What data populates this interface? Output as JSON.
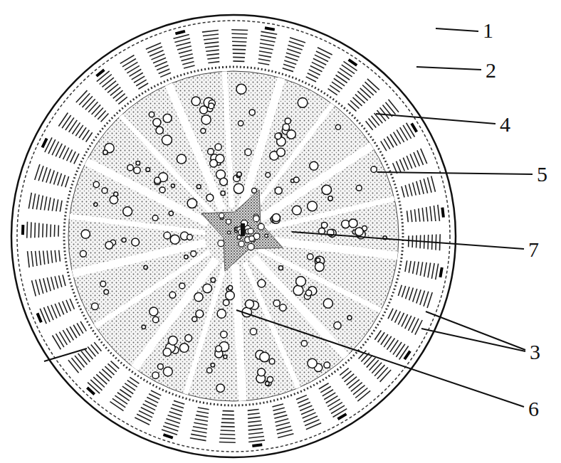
{
  "diagram": {
    "labels": [
      "1",
      "2",
      "4",
      "5",
      "7",
      "3",
      "6"
    ]
  }
}
